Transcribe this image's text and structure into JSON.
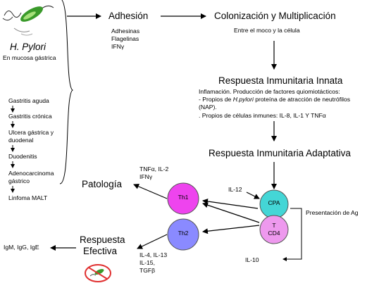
{
  "organism": {
    "name": "H. Pylori",
    "subtitle": "En mucosa gástrica"
  },
  "adhesion": {
    "title": "Adhesión",
    "items": [
      "Adhesinas",
      "Flagelinas",
      "IFNγ"
    ]
  },
  "colonizacion": {
    "title": "Colonización y Multiplicación",
    "subtitle": "Entre el moco y la célula"
  },
  "innata": {
    "title": "Respuesta Inmunitaria Innata",
    "line1": "Inflamación. Producción de factores quiomiotácticos:",
    "line2_pre": "- Propios de ",
    "line2_italic": "H.pylori",
    "line2_post": " proteína de atracción de neutrófilos",
    "line3": "(NAP).",
    "line4": ". Propios de células inmunes: IL-8, IL-1 Y TNFα"
  },
  "adaptativa": {
    "title": "Respuesta Inmunitaria Adaptativa"
  },
  "patologia": {
    "title": "Patología",
    "items": [
      "Gastritis aguda",
      "Gastritis crónica",
      "Ulcera gástrica y",
      "duodenal",
      "Duodenitis",
      "Adenocarcinoma",
      "gástrico",
      "Linfoma MALT"
    ]
  },
  "th1_cytokines": {
    "line1": "TNFα, IL-2",
    "line2": "IFNγ"
  },
  "il12": "IL-12",
  "cells": {
    "th1": "Th1",
    "th2": "Th2",
    "cpa": "CPA",
    "tcd4_line1": "T",
    "tcd4_line2": "CD4"
  },
  "presentacion": "Presentación de Ag",
  "il10": "IL-10",
  "efectiva": {
    "line1": "Respuesta",
    "line2": "Efectiva"
  },
  "anticuerpos": "IgM, IgG, IgE",
  "th2_cytokines": {
    "line1": "IL-4, IL-13",
    "line2": "IL-15,",
    "line3": "TGFβ"
  },
  "colors": {
    "th1": "#ee44ee",
    "th2": "#8a8aff",
    "cpa": "#44d6d6",
    "tcd4": "#ee99ee",
    "bacterium": "#3a9a2a",
    "forbidden": "#e03030"
  }
}
